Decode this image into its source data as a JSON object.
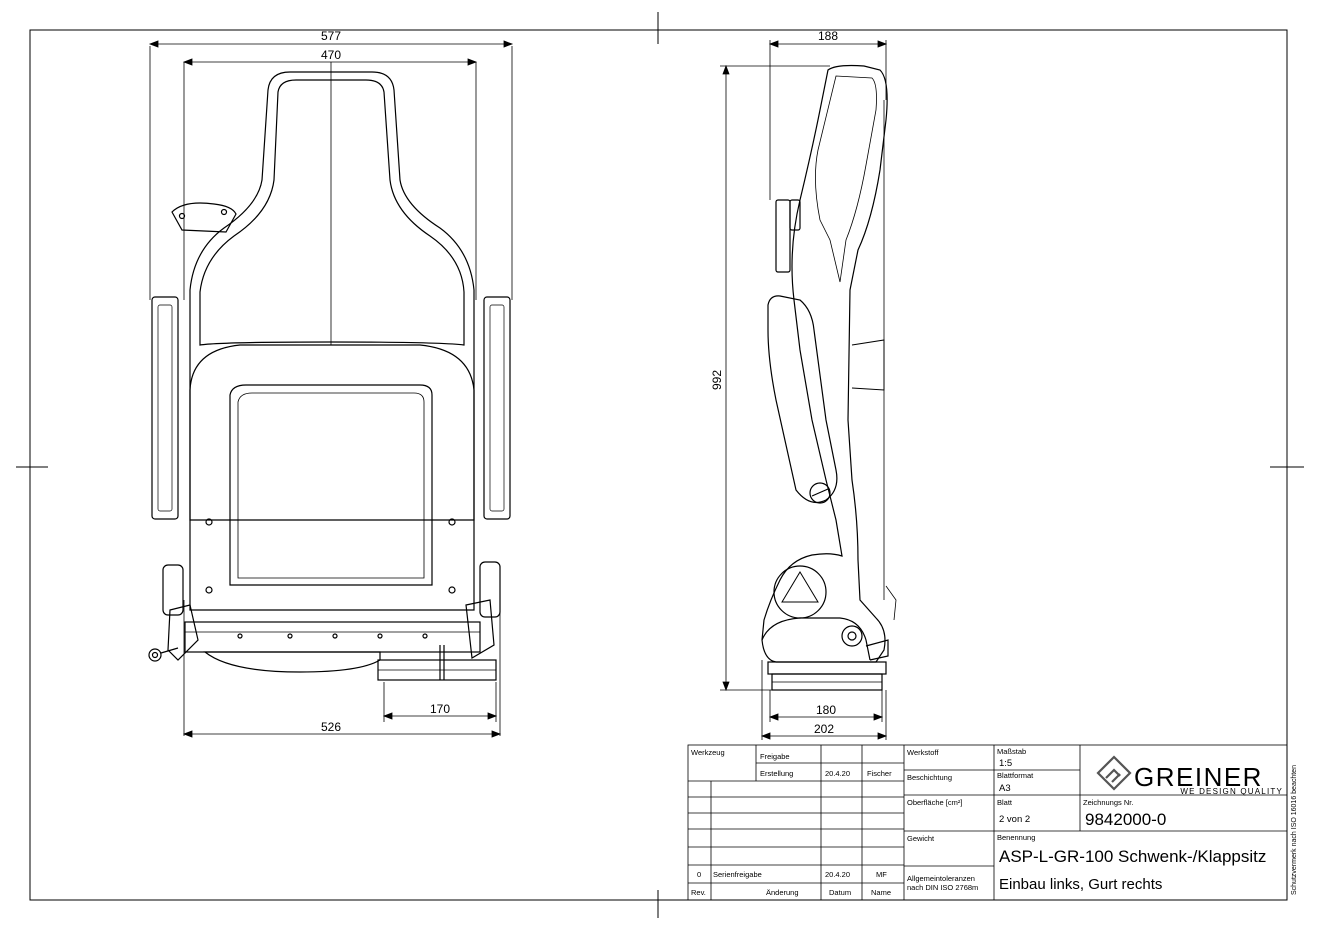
{
  "dimensions": {
    "front_overall_width": "577",
    "front_headrest_width": "470",
    "front_base_width": "526",
    "front_slide_width": "170",
    "side_depth_top": "188",
    "side_height": "992",
    "side_base_inner": "180",
    "side_base_outer": "202"
  },
  "title_block": {
    "labels": {
      "werkzeug": "Werkzeug",
      "freigabe": "Freigabe",
      "erstellung": "Erstellung",
      "werkstoff": "Werkstoff",
      "beschichtung": "Beschichtung",
      "oberflaeche": "Oberfläche [cm²]",
      "gewicht": "Gewicht",
      "allgemeintoleranzen_1": "Allgemeintoleranzen",
      "allgemeintoleranzen_2": "nach DIN ISO 2768m",
      "massstab": "Maßstab",
      "blattformat": "Blattformat",
      "blatt": "Blatt",
      "zeichnungs_nr": "Zeichnungs Nr.",
      "benennung": "Benennung",
      "rev": "Rev.",
      "aenderung": "Änderung",
      "datum": "Datum",
      "name": "Name"
    },
    "values": {
      "erstellung_datum": "20.4.20",
      "erstellung_name": "Fischer",
      "massstab": "1:5",
      "blattformat": "A3",
      "blatt": "2 von 2",
      "zeichnungs_nr": "9842000-0",
      "benennung_1": "ASP-L-GR-100 Schwenk-/Klappsitz",
      "benennung_2": "Einbau links, Gurt rechts"
    },
    "revision": {
      "rev": "0",
      "aenderung": "Serienfreigabe",
      "datum": "20.4.20",
      "name": "MF"
    },
    "logo": {
      "brand": "GREINER",
      "tagline": "WE DESIGN QUALITY"
    },
    "side_note": "Schutzvermerk nach ISO 16016 beachten"
  }
}
